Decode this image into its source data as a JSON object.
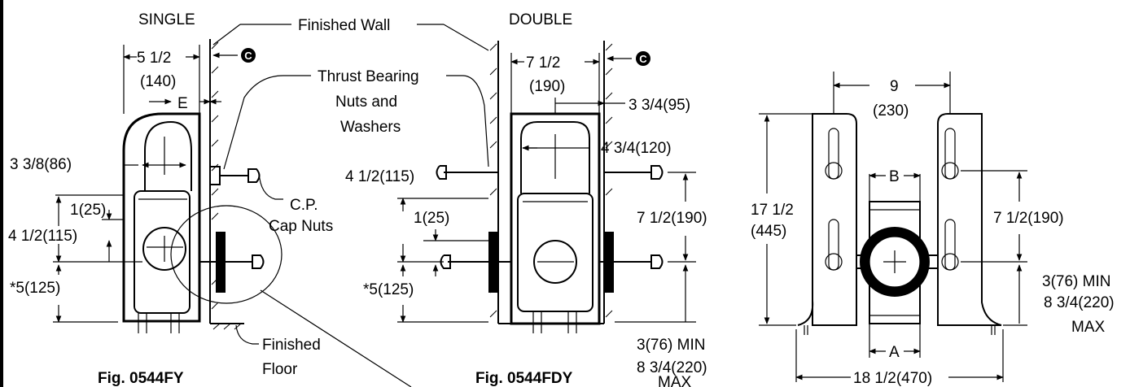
{
  "single": {
    "title": "SINGLE",
    "figure": "Fig. 0544FY",
    "dim_width": "5 1/2",
    "dim_width_mm": "(140)",
    "dim_e": "E",
    "dim_3_3_8": "3 3/8(86)",
    "dim_1": "1(25)",
    "dim_4_1_2": "4 1/2(115)",
    "dim_5": "*5(125)",
    "cap_nuts": "C.P.",
    "cap_nuts_2": "Cap Nuts",
    "finished_floor": "Finished",
    "finished_floor_2": "Floor",
    "c_marker": "C"
  },
  "finished_wall": "Finished Wall",
  "thrust": {
    "line1": "Thrust Bearing",
    "line2": "Nuts and",
    "line3": "Washers"
  },
  "double": {
    "title": "DOUBLE",
    "figure": "Fig. 0544FDY",
    "dim_width": "7 1/2",
    "dim_width_mm": "(190)",
    "dim_3_3_4": "3 3/4(95)",
    "dim_4_3_4": "4 3/4(120)",
    "dim_4_1_2": "4 1/2(115)",
    "dim_1": "1(25)",
    "dim_7_1_2": "7 1/2(190)",
    "dim_5": "*5(125)",
    "min": "3(76) MIN",
    "max_1": "8 3/4(220)",
    "max_2": "MAX",
    "c_marker": "C"
  },
  "bracket": {
    "dim_9": "9",
    "dim_9_mm": "(230)",
    "dim_b": "B",
    "dim_17_1_2": "17 1/2",
    "dim_17_1_2_mm": "(445)",
    "dim_7_1_2": "7 1/2(190)",
    "min": "3(76) MIN",
    "max_1": "8 3/4(220)",
    "max_2": "MAX",
    "dim_a": "A",
    "dim_18_1_2": "18 1/2(470)"
  }
}
